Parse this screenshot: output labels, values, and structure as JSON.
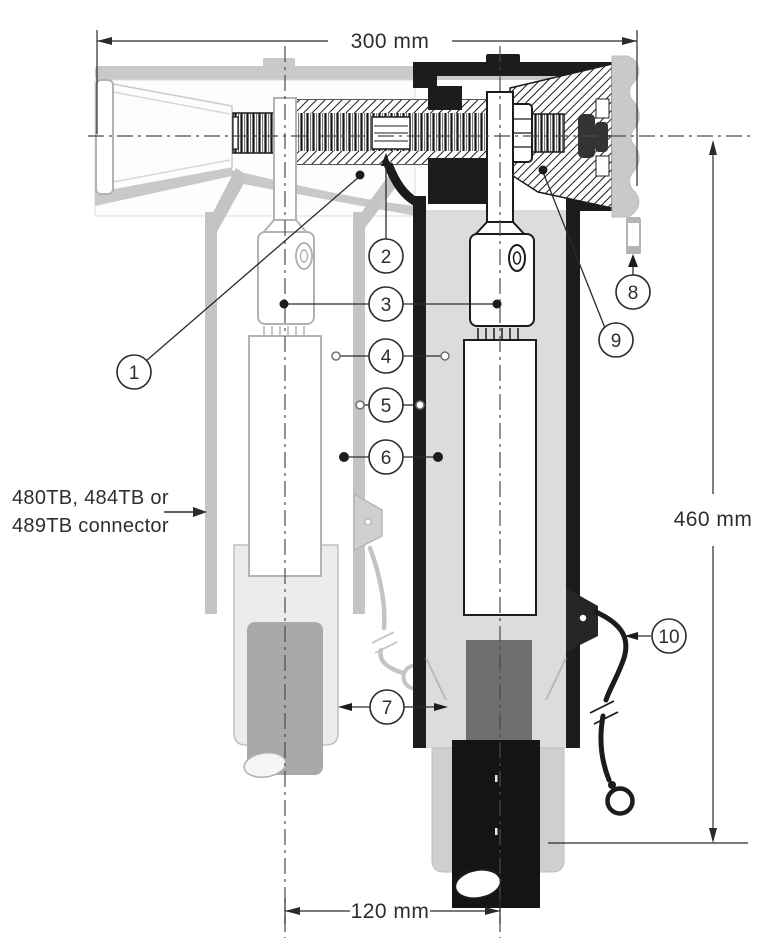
{
  "figure": {
    "description": "Cross-section technical drawing of a separable T-body cable connector with two cable terminations (ghost alternative connector at left, installed connector at right)",
    "background": "#ffffff",
    "ink_color": "#1c1c1c",
    "ghost_color": "#c6c6c6"
  },
  "dimensions": {
    "top": "300 mm",
    "right": "460 mm",
    "bottom": "120 mm"
  },
  "note": {
    "line1": "480TB, 484TB or",
    "line2": "489TB connector"
  },
  "callouts": [
    "1",
    "2",
    "3",
    "4",
    "5",
    "6",
    "7",
    "8",
    "9",
    "10"
  ]
}
